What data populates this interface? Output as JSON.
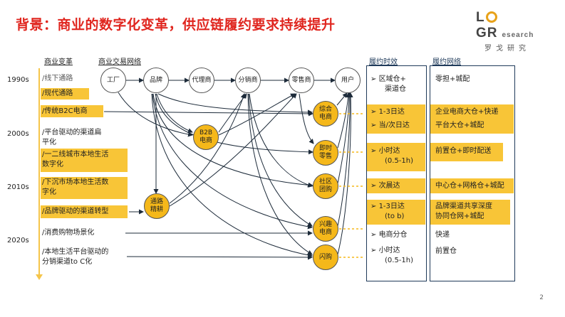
{
  "title": "背景：商业的数字化变革，供应链履约要求持续提升",
  "logo": {
    "mark_l": "L",
    "mark_gr": "GR",
    "mark_sub": "esearch",
    "cn": "罗戈研究"
  },
  "headers": {
    "transform": "商业变革",
    "network": "商业交易网络",
    "timeliness": "履约时效",
    "fulfil_net": "履约网络"
  },
  "years": [
    "1990s",
    "2000s",
    "2010s",
    "2020s"
  ],
  "stages": [
    {
      "lines": [
        "/线下通路"
      ],
      "highlight": false
    },
    {
      "lines": [
        "/现代通路"
      ],
      "highlight": true
    },
    {
      "lines": [
        "/传统B2C电商"
      ],
      "highlight": true
    },
    {
      "lines": [
        "/平台驱动的渠道扁",
        "平化"
      ],
      "highlight": false
    },
    {
      "lines": [
        "/一二线城市本地生活",
        "数字化"
      ],
      "highlight": true
    },
    {
      "lines": [
        "/下沉市场本地生活数",
        "字化"
      ],
      "highlight": true
    },
    {
      "lines": [
        "/品牌驱动的渠道转型"
      ],
      "highlight": true
    },
    {
      "lines": [
        "/消费购物场景化"
      ],
      "highlight": false
    },
    {
      "lines": [
        "/本地生活平台驱动的",
        "分销渠道to C化"
      ],
      "highlight": false
    }
  ],
  "chain_nodes": [
    "工厂",
    "品牌",
    "代理商",
    "分销商",
    "零售商",
    "用户"
  ],
  "mid_nodes": [
    {
      "label1": "B2B",
      "label2": "电商"
    },
    {
      "label1": "通路",
      "label2": "精耕"
    }
  ],
  "right_nodes": [
    {
      "label1": "综合",
      "label2": "电商"
    },
    {
      "label1": "即时",
      "label2": "零售"
    },
    {
      "label1": "社区",
      "label2": "团购"
    },
    {
      "label1": "兴趣",
      "label2": "电商"
    },
    {
      "label1": "闪购",
      "label2": ""
    }
  ],
  "timeliness": [
    {
      "lines": [
        "区域仓+",
        "渠道仓"
      ],
      "highlight": false
    },
    {
      "lines": [
        "1-3日达"
      ],
      "highlight": true
    },
    {
      "lines": [
        "当/次日达"
      ],
      "highlight": true
    },
    {
      "lines": [
        "小时达",
        "(0.5-1h)"
      ],
      "highlight": true
    },
    {
      "lines": [
        "次晨达"
      ],
      "highlight": true
    },
    {
      "lines": [
        "1-3日达",
        "(to b)"
      ],
      "highlight": true
    },
    {
      "lines": [
        "电商分仓"
      ],
      "highlight": false
    },
    {
      "lines": [
        "小时达",
        "(0.5-1h)"
      ],
      "highlight": false
    }
  ],
  "fulfil": [
    {
      "lines": [
        "零担+城配"
      ],
      "highlight": false
    },
    {
      "lines": [
        "企业电商大仓+快递",
        "平台大仓+城配"
      ],
      "highlight": true
    },
    {
      "lines": [
        "前置仓+即时配送"
      ],
      "highlight": true
    },
    {
      "lines": [
        "中心仓+网格仓+城配"
      ],
      "highlight": true
    },
    {
      "lines": [
        "品牌渠道共享深度",
        "协同仓网+城配"
      ],
      "highlight": true
    },
    {
      "lines": [
        "快递"
      ],
      "highlight": false
    },
    {
      "lines": [
        "前置仓"
      ],
      "highlight": false
    }
  ],
  "page_number": "2"
}
